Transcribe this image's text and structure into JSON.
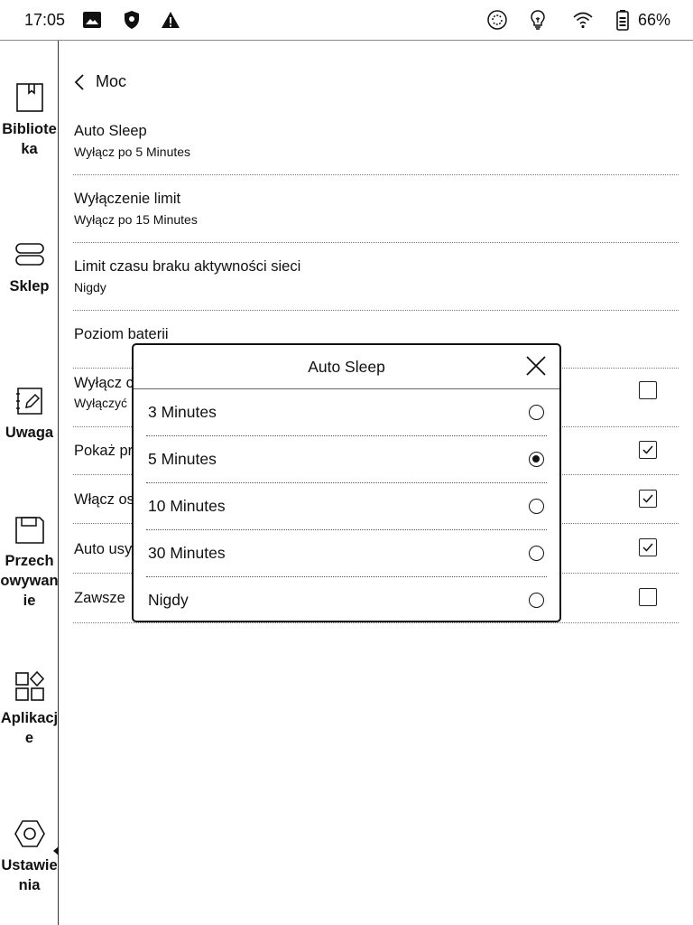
{
  "status_bar": {
    "time": "17:05",
    "left_icons": [
      "image-icon",
      "shield-icon",
      "warning-icon"
    ],
    "right_icons": [
      "sync-icon",
      "frontlight-icon",
      "wifi-icon",
      "battery-icon"
    ],
    "battery": "66%"
  },
  "sidebar": {
    "items": [
      {
        "icon": "library-icon",
        "label": "Bibliote\nka"
      },
      {
        "icon": "store-icon",
        "label": "Sklep"
      },
      {
        "icon": "note-icon",
        "label": "Uwaga"
      },
      {
        "icon": "storage-icon",
        "label": "Przech\nowywan\nie"
      },
      {
        "icon": "apps-icon",
        "label": "Aplikacj\ne"
      },
      {
        "icon": "settings-icon",
        "label": "Ustawie\nnia",
        "active": true
      }
    ]
  },
  "header": {
    "title": "Moc"
  },
  "settings": [
    {
      "title": "Auto Sleep",
      "subtitle": "Wyłącz po 5 Minutes"
    },
    {
      "title": "Wyłączenie limit",
      "subtitle": "Wyłącz po 15 Minutes"
    },
    {
      "title": "Limit czasu braku aktywności sieci",
      "subtitle": "Nigdy"
    },
    {
      "title": "Poziom baterii",
      "subtitle": ""
    },
    {
      "title": "Wyłącz c",
      "subtitle": "Wyłączyć",
      "checked": false
    },
    {
      "title": "Pokaż pr",
      "subtitle": "",
      "checked": true
    },
    {
      "title": "Włącz os",
      "subtitle": "",
      "checked": true
    },
    {
      "title": "Auto usy",
      "subtitle": "",
      "checked": true
    },
    {
      "title": "Zawsze",
      "subtitle": "",
      "checked": false
    }
  ],
  "dialog": {
    "title": "Auto Sleep",
    "options": [
      {
        "label": "3 Minutes",
        "selected": false
      },
      {
        "label": "5 Minutes",
        "selected": true
      },
      {
        "label": "10 Minutes",
        "selected": false
      },
      {
        "label": "30 Minutes",
        "selected": false
      },
      {
        "label": "Nigdy",
        "selected": false
      }
    ]
  }
}
